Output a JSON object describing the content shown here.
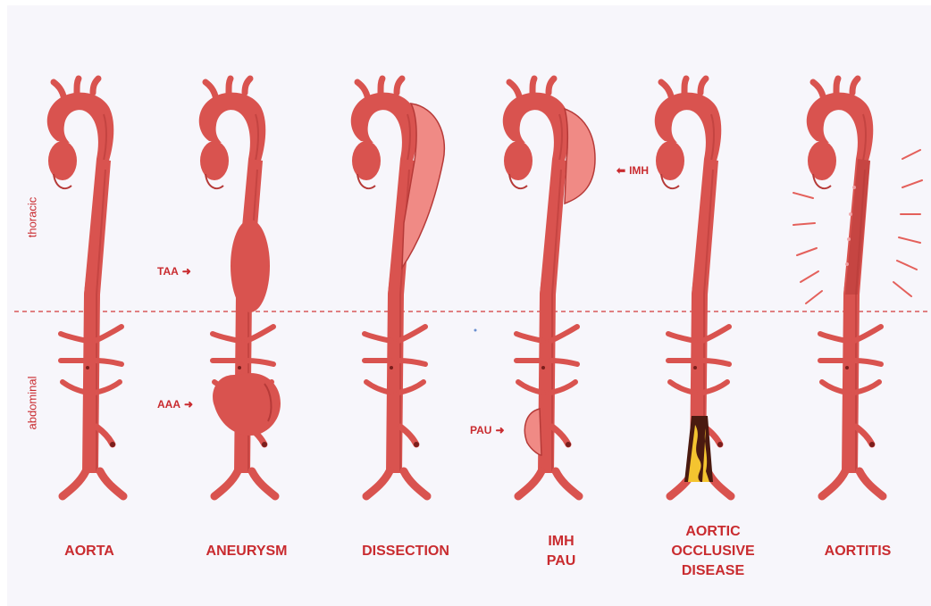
{
  "region_labels": {
    "upper": "thoracic",
    "lower": "abdominal"
  },
  "panels": [
    {
      "key": "aorta",
      "title_lines": [
        "AORTA"
      ]
    },
    {
      "key": "aneurysm",
      "title_lines": [
        "ANEURYSM"
      ]
    },
    {
      "key": "dissection",
      "title_lines": [
        "DISSECTION"
      ]
    },
    {
      "key": "imh-pau",
      "title_lines": [
        "IMH",
        "PAU"
      ]
    },
    {
      "key": "occlusive",
      "title_lines": [
        "AORTIC",
        "OCCLUSIVE",
        "DISEASE"
      ]
    },
    {
      "key": "aortitis",
      "title_lines": [
        "AORTITIS"
      ]
    }
  ],
  "annotations": {
    "taa": "TAA",
    "aaa": "AAA",
    "imh": "IMH",
    "pau": "PAU"
  },
  "colors": {
    "vessel": "#d9534f",
    "vessel_dark": "#b63a38",
    "vessel_light": "#e8746e",
    "lesion_light": "#f08a85",
    "accent_text": "#c92b2f",
    "plaque_yellow": "#f4c430",
    "plaque_dark": "#4a1a10",
    "divider": "#d2393a"
  }
}
